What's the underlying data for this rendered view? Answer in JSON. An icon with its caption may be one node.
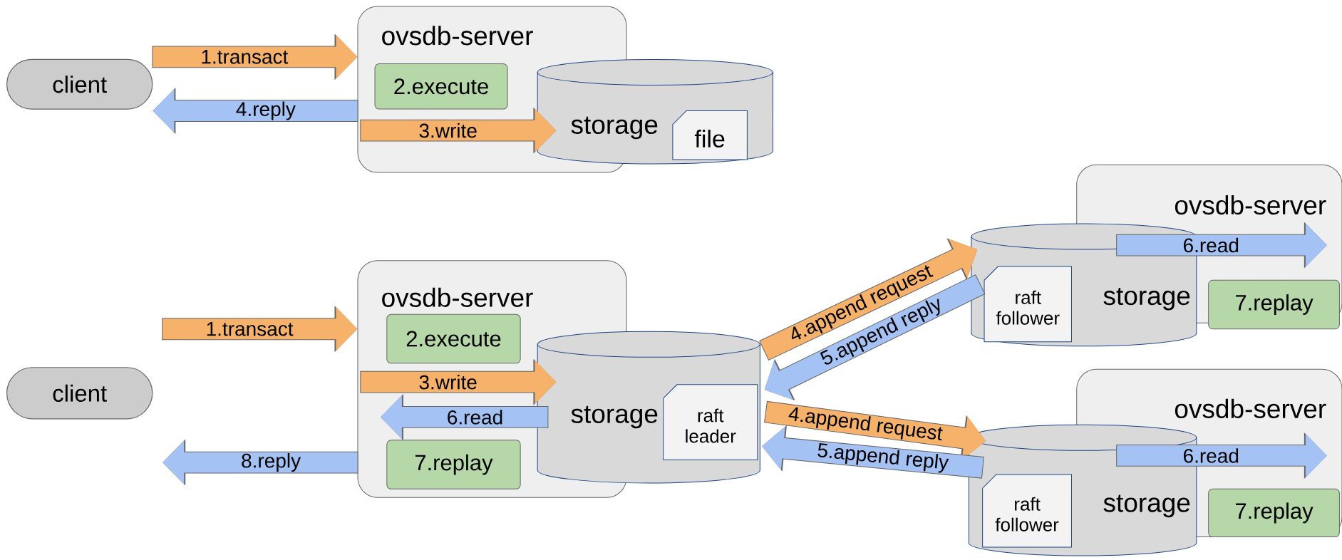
{
  "diagram": {
    "nodes": [
      {
        "text": [
          "client"
        ]
      },
      {
        "text": [
          "ovsdb-server"
        ]
      },
      {
        "text": [
          "2.execute"
        ],
        "in": 1
      },
      {
        "text": [
          "storage"
        ]
      },
      {
        "text": [
          "file"
        ],
        "in": 3
      },
      {
        "text": [
          "client"
        ]
      },
      {
        "text": [
          "ovsdb-server"
        ]
      },
      {
        "text": [
          "2.execute"
        ],
        "in": 6
      },
      {
        "text": [
          "7.replay"
        ],
        "in": 6
      },
      {
        "text": [
          "storage"
        ]
      },
      {
        "text": [
          "raft leader"
        ],
        "in": 9
      },
      {
        "text": [
          "ovsdb-server"
        ]
      },
      {
        "text": [
          "storage"
        ]
      },
      {
        "text": [
          "raft follower"
        ],
        "in": 12
      },
      {
        "text": [
          "7.replay"
        ],
        "in": 11
      },
      {
        "text": [
          "ovsdb-server"
        ]
      },
      {
        "text": [
          "storage"
        ]
      },
      {
        "text": [
          "raft follower"
        ],
        "in": 16
      },
      {
        "text": [
          "7.replay"
        ],
        "in": 15
      }
    ],
    "edges": [
      {
        "from": 0,
        "to": 1,
        "arrow": "to",
        "label": "1.transact",
        "color": "#f6b26b"
      },
      {
        "from": 1,
        "to": 0,
        "arrow": "to",
        "label": "4.reply"
      },
      {
        "from": 1,
        "to": 3,
        "arrow": "to",
        "label": "3.write",
        "color": "#f6b26b"
      },
      {
        "from": null,
        "to": 6,
        "arrow": "to",
        "label": "1.transact",
        "color": "#f6b26b"
      },
      {
        "from": 6,
        "to": null,
        "arrow": "to",
        "label": "8.reply"
      },
      {
        "from": 6,
        "to": 9,
        "arrow": "to",
        "label": "3.write",
        "color": "#f6b26b"
      },
      {
        "from": 9,
        "to": 8,
        "arrow": "to",
        "label": "6.read"
      },
      {
        "from": 9,
        "to": 12,
        "arrow": "to",
        "label": "4.append request",
        "color": "#f6b26b"
      },
      {
        "from": 12,
        "to": 9,
        "arrow": "to",
        "label": "5.append reply"
      },
      {
        "from": 9,
        "to": 16,
        "arrow": "to",
        "label": "4.append request",
        "color": "#f6b26b"
      },
      {
        "from": 16,
        "to": 9,
        "arrow": "to",
        "label": "5.append reply"
      },
      {
        "from": null,
        "to": 11,
        "arrow": "to",
        "label": "6.read"
      },
      {
        "from": null,
        "to": 15,
        "arrow": "to",
        "label": "6.read"
      }
    ]
  }
}
